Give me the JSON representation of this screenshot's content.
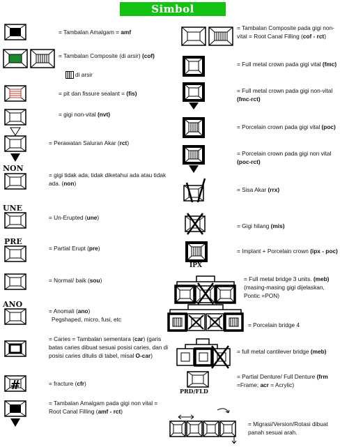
{
  "title": "Simbol Odontogram",
  "left": [
    {
      "text": "= Tambalan Amalgam = ",
      "bold": "amf",
      "after": ""
    },
    {
      "text": "= Tambalan Composite (di arsir) ",
      "bold": "(cof)",
      "after": "",
      "sub": "di arsir"
    },
    {
      "text": "= pit dan fissure sealant = ",
      "bold": "(fis)",
      "after": ""
    },
    {
      "text": "= gigi non-vital ",
      "bold": "(nvt)",
      "after": ""
    },
    {
      "text": "= Perawatan Saluran Akar (",
      "bold": "rct",
      "after": ")"
    },
    {
      "label": "NON",
      "text": "= gigi tidak ada, tidak diketahui ada atau tidak ada. (",
      "bold": "non",
      "after": ")"
    },
    {
      "label": "UNE",
      "text": "= Un-Erupted (",
      "bold": "une",
      "after": ")"
    },
    {
      "label": "PRE",
      "text": "= Partial Erupt (",
      "bold": "pre",
      "after": ")"
    },
    {
      "text": "= Normal/ baik (",
      "bold": "sou",
      "after": ")"
    },
    {
      "label": "ANO",
      "text": "= Anomali (",
      "bold": "ano",
      "after": ")",
      "extra": "Pegshaped, micro, fusi, etc"
    },
    {
      "text": "= Caries = Tambalan sementara (",
      "bold": "car",
      "after": ") (garis batas caries dibuat sesuai posisi caries, dan di posisi caries ditulis di tabel, misal ",
      "bold2": "O-car",
      "after2": ")"
    },
    {
      "text": "= fracture (",
      "bold": "cfr",
      "after": ")"
    },
    {
      "text": "= Tambalan Amalgam pada gigi non vital = Root Canal Filling (",
      "bold": "amf - rct",
      "after": ")"
    }
  ],
  "right": [
    {
      "text": "= Tambalan Composite pada gigi non-vital = Root Canal Filling (",
      "bold": "cof - rct",
      "after": ")"
    },
    {
      "text": "= Full metal crown pada gigi vital ",
      "bold": "(fmc)",
      "after": ""
    },
    {
      "text": "= Full metal crown pada gigi non-vital ",
      "bold": "(fmc-rct)",
      "after": ""
    },
    {
      "text": "= Porcelain crown pada gigi vital ",
      "bold": "(poc)",
      "after": ""
    },
    {
      "text": "= Porcelain crown pada gigi non vital ",
      "bold": "(poc-rct)",
      "after": ""
    },
    {
      "text": "= Sisa Akar ",
      "bold": "(rrx)",
      "after": ""
    },
    {
      "text": "= Gigi hilang ",
      "bold": "(mis)",
      "after": ""
    },
    {
      "label": "IPX",
      "text": "= Implant + Porcelain crown ",
      "bold": "(ipx - poc)",
      "after": ""
    },
    {
      "text": "= Full metal bridge 3 units. ",
      "bold": "(meb)",
      "after": "",
      "extra": "(masing-masing gigi dijelaskan, Pontic =PON)"
    },
    {
      "text": "= Porcelain bridge 4",
      "bold": "",
      "after": ""
    },
    {
      "text": "= full metal cantilever bridge ",
      "bold": "(meb)",
      "after": ""
    },
    {
      "label": "PRD/FLD",
      "text": "= Partial Denture/ Full Denture ",
      "bold": "(frm",
      "after": " =Frame; ",
      "bold2": "acr",
      "after2": " = Acrylic)"
    },
    {
      "text": "= Migrasi/Version/Rotasi dibuat panah sesuai arah.",
      "bold": "",
      "after": ""
    }
  ],
  "colors": {
    "title_bg": "#14c214",
    "composite_fill": "#1a8a2e",
    "sealant": "#c0392b"
  }
}
